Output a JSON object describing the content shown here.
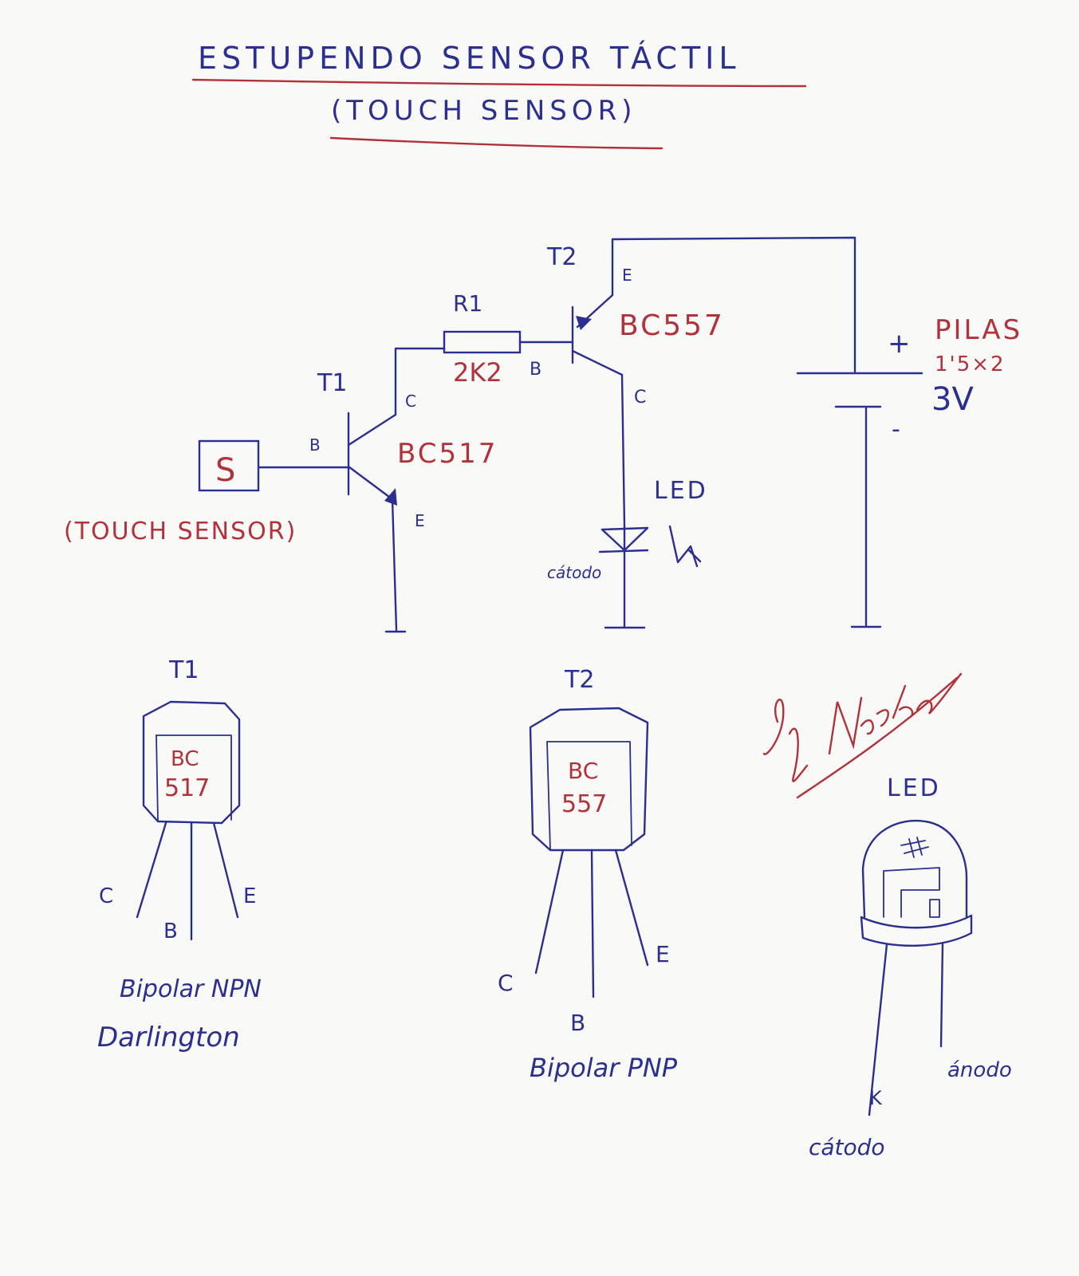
{
  "title": {
    "line1": "ESTUPENDO SENSOR TÁCTIL",
    "line2": "(TOUCH SENSOR)"
  },
  "colors": {
    "blue_ink": "#2b2f8f",
    "red_ink": "#b2323c"
  },
  "schematic": {
    "t2_label": "T2",
    "t2_part": "BC557",
    "t2_emitter": "E",
    "t2_base": "B",
    "t2_collector": "C",
    "r1_label": "R1",
    "r1_value": "2K2",
    "t1_label": "T1",
    "t1_part": "BC517",
    "t1_collector": "C",
    "t1_base": "B",
    "t1_emitter": "E",
    "sensor_letter": "S",
    "sensor_caption": "(TOUCH SENSOR)",
    "led_label": "LED",
    "led_cathode": "cátodo",
    "battery_plus": "+",
    "battery_minus": "-",
    "battery_name": "PILAS",
    "battery_cells": "1'5×2",
    "battery_voltage": "3V"
  },
  "pinouts": {
    "t1": {
      "label": "T1",
      "body_line1": "BC",
      "body_line2": "517",
      "pin_c": "C",
      "pin_b": "B",
      "pin_e": "E",
      "type_line1": "Bipolar NPN",
      "type_line2": "Darlington"
    },
    "t2": {
      "label": "T2",
      "body_line1": "BC",
      "body_line2": "557",
      "pin_c": "C",
      "pin_b": "B",
      "pin_e": "E",
      "type_line1": "Bipolar PNP"
    },
    "led": {
      "label": "LED",
      "anode": "ánodo",
      "k": "K",
      "cathode": "cátodo"
    }
  },
  "signature": "by Nacho"
}
